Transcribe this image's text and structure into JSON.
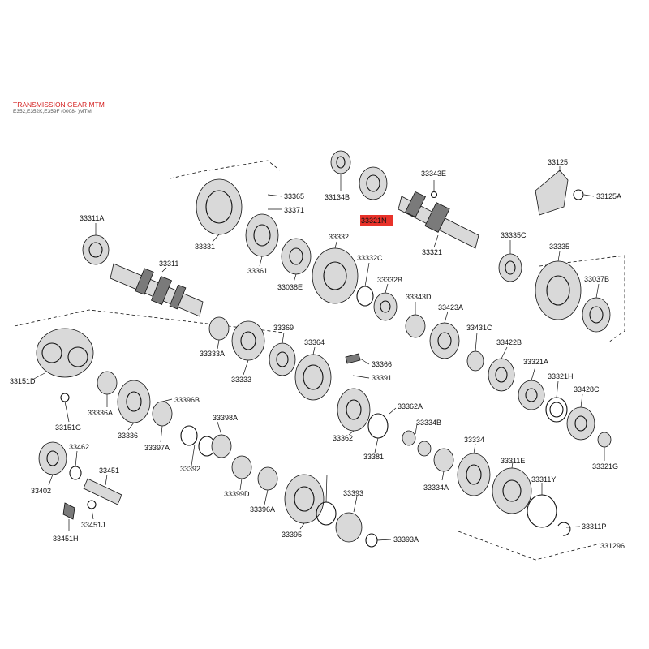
{
  "header": {
    "title": "TRANSMISSION GEAR MTM",
    "subtitle": "E352,E352K,E359F (0008- )MTM"
  },
  "colors": {
    "highlight": "#e8322a",
    "title": "#d42020",
    "ink": "#111111"
  },
  "selected_part": "33321N",
  "diagram_code": "331296",
  "parts": [
    "33311A",
    "33331",
    "33365",
    "33371",
    "33361",
    "33038E",
    "33311",
    "33333A",
    "33333",
    "33134B",
    "33321N",
    "33343E",
    "33321",
    "33125",
    "33125A",
    "33332",
    "33332C",
    "33332B",
    "33343D",
    "33423A",
    "33335C",
    "33335",
    "33037B",
    "33369",
    "33364",
    "33366",
    "33391",
    "33431C",
    "33422B",
    "33321A",
    "33321H",
    "33428C",
    "33151D",
    "33151G",
    "33336A",
    "33336",
    "33396B",
    "33397A",
    "33398A",
    "33392",
    "33399D",
    "33396A",
    "33362",
    "33362A",
    "33381",
    "33334B",
    "33334",
    "33334A",
    "33311E",
    "33311Y",
    "33311P",
    "33321G",
    "33402",
    "33462",
    "33451",
    "33451J",
    "33451H",
    "33395",
    "33393",
    "33393A"
  ]
}
